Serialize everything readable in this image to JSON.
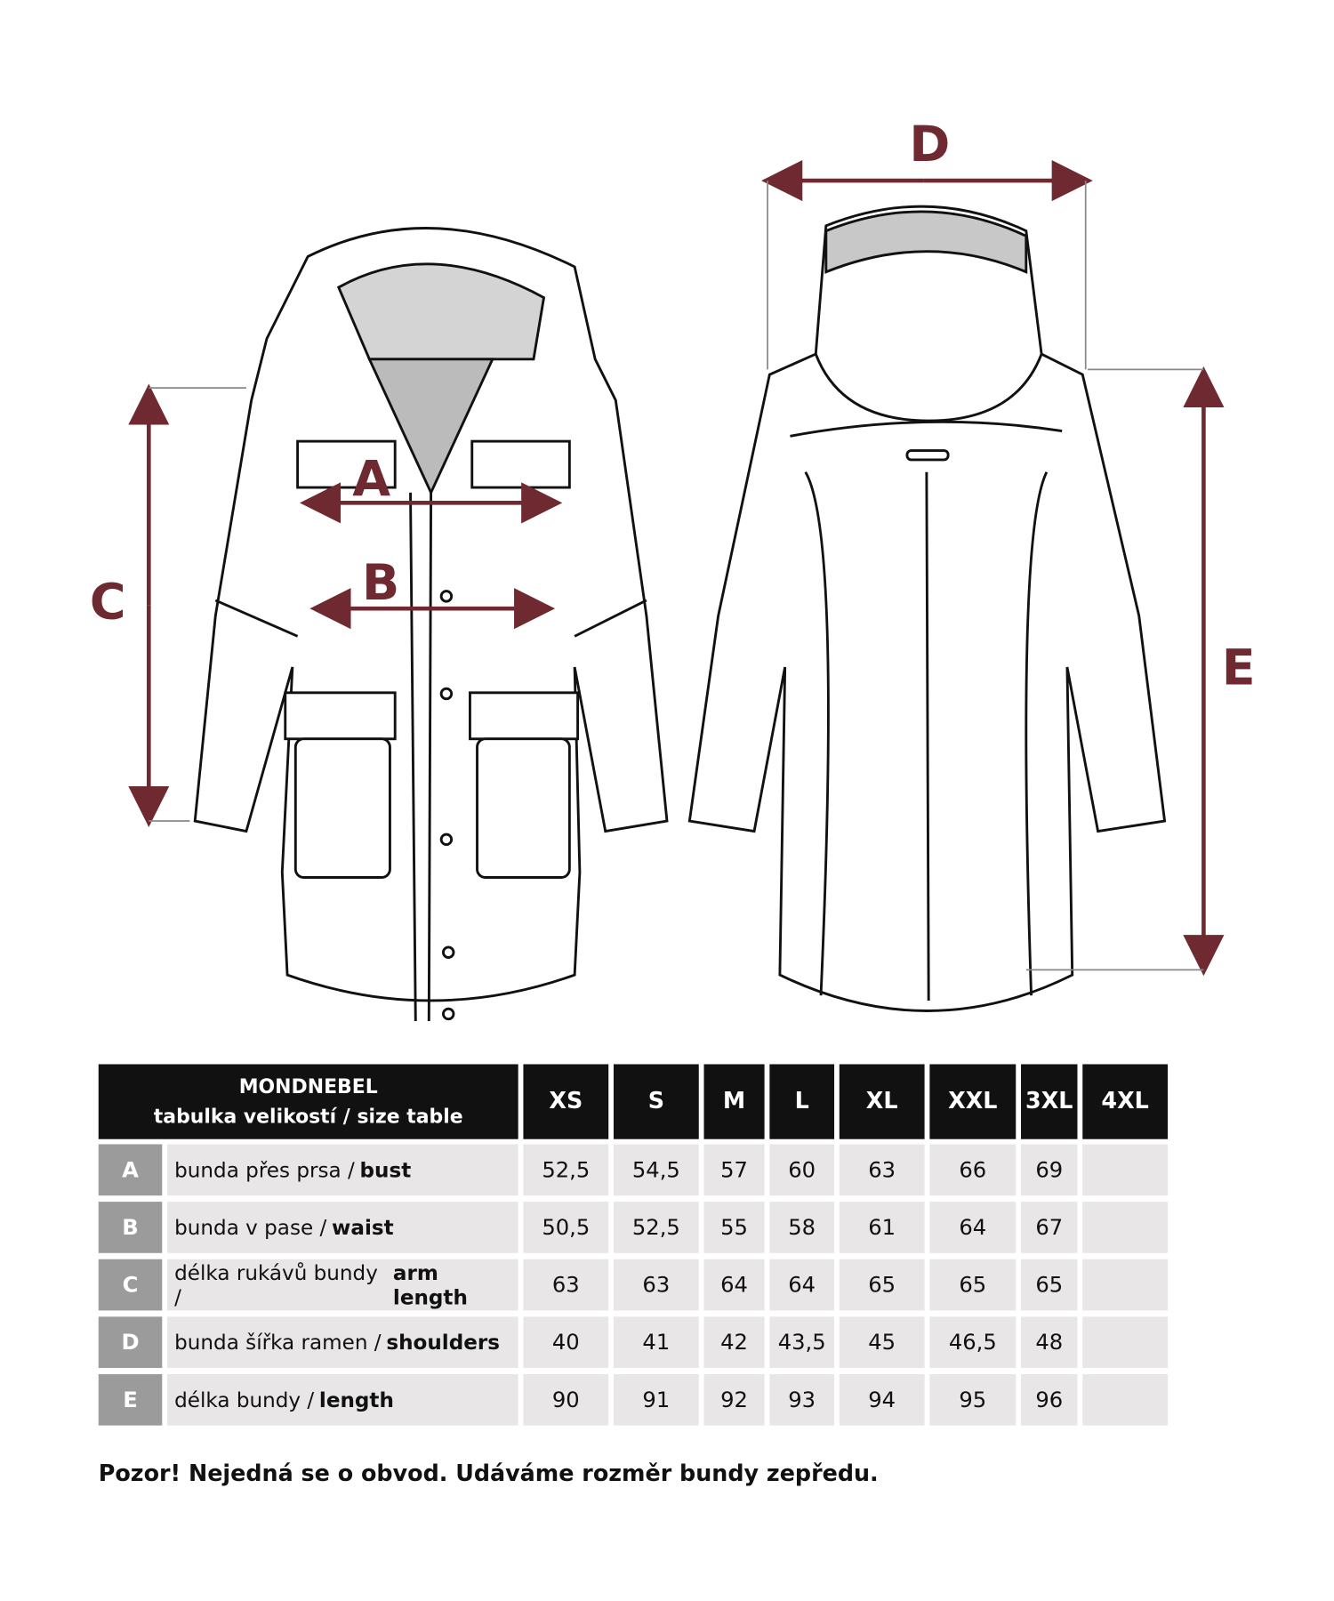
{
  "diagram": {
    "labels": [
      "A",
      "B",
      "C",
      "D",
      "E"
    ],
    "accent_color": "#6e2a30"
  },
  "table": {
    "brand": "MONDNEBEL",
    "title": "tabulka velikostí / size table",
    "sizes": [
      "XS",
      "S",
      "M",
      "L",
      "XL",
      "XXL",
      "3XL",
      "4XL"
    ],
    "rows": [
      {
        "key": "A",
        "cz": "bunda přes prsa /",
        "en": "bust",
        "values": [
          "52,5",
          "54,5",
          "57",
          "60",
          "63",
          "66",
          "69",
          ""
        ]
      },
      {
        "key": "B",
        "cz": "bunda v pase /",
        "en": "waist",
        "values": [
          "50,5",
          "52,5",
          "55",
          "58",
          "61",
          "64",
          "67",
          ""
        ]
      },
      {
        "key": "C",
        "cz": "délka rukávů bundy /",
        "en": "arm length",
        "values": [
          "63",
          "63",
          "64",
          "64",
          "65",
          "65",
          "65",
          ""
        ]
      },
      {
        "key": "D",
        "cz": "bunda šířka ramen /",
        "en": "shoulders",
        "values": [
          "40",
          "41",
          "42",
          "43,5",
          "45",
          "46,5",
          "48",
          ""
        ]
      },
      {
        "key": "E",
        "cz": "délka bundy /",
        "en": "length",
        "values": [
          "90",
          "91",
          "92",
          "93",
          "94",
          "95",
          "96",
          ""
        ]
      }
    ]
  },
  "note": "Pozor! Nejedná se o obvod. Udáváme rozměr bundy zepředu."
}
